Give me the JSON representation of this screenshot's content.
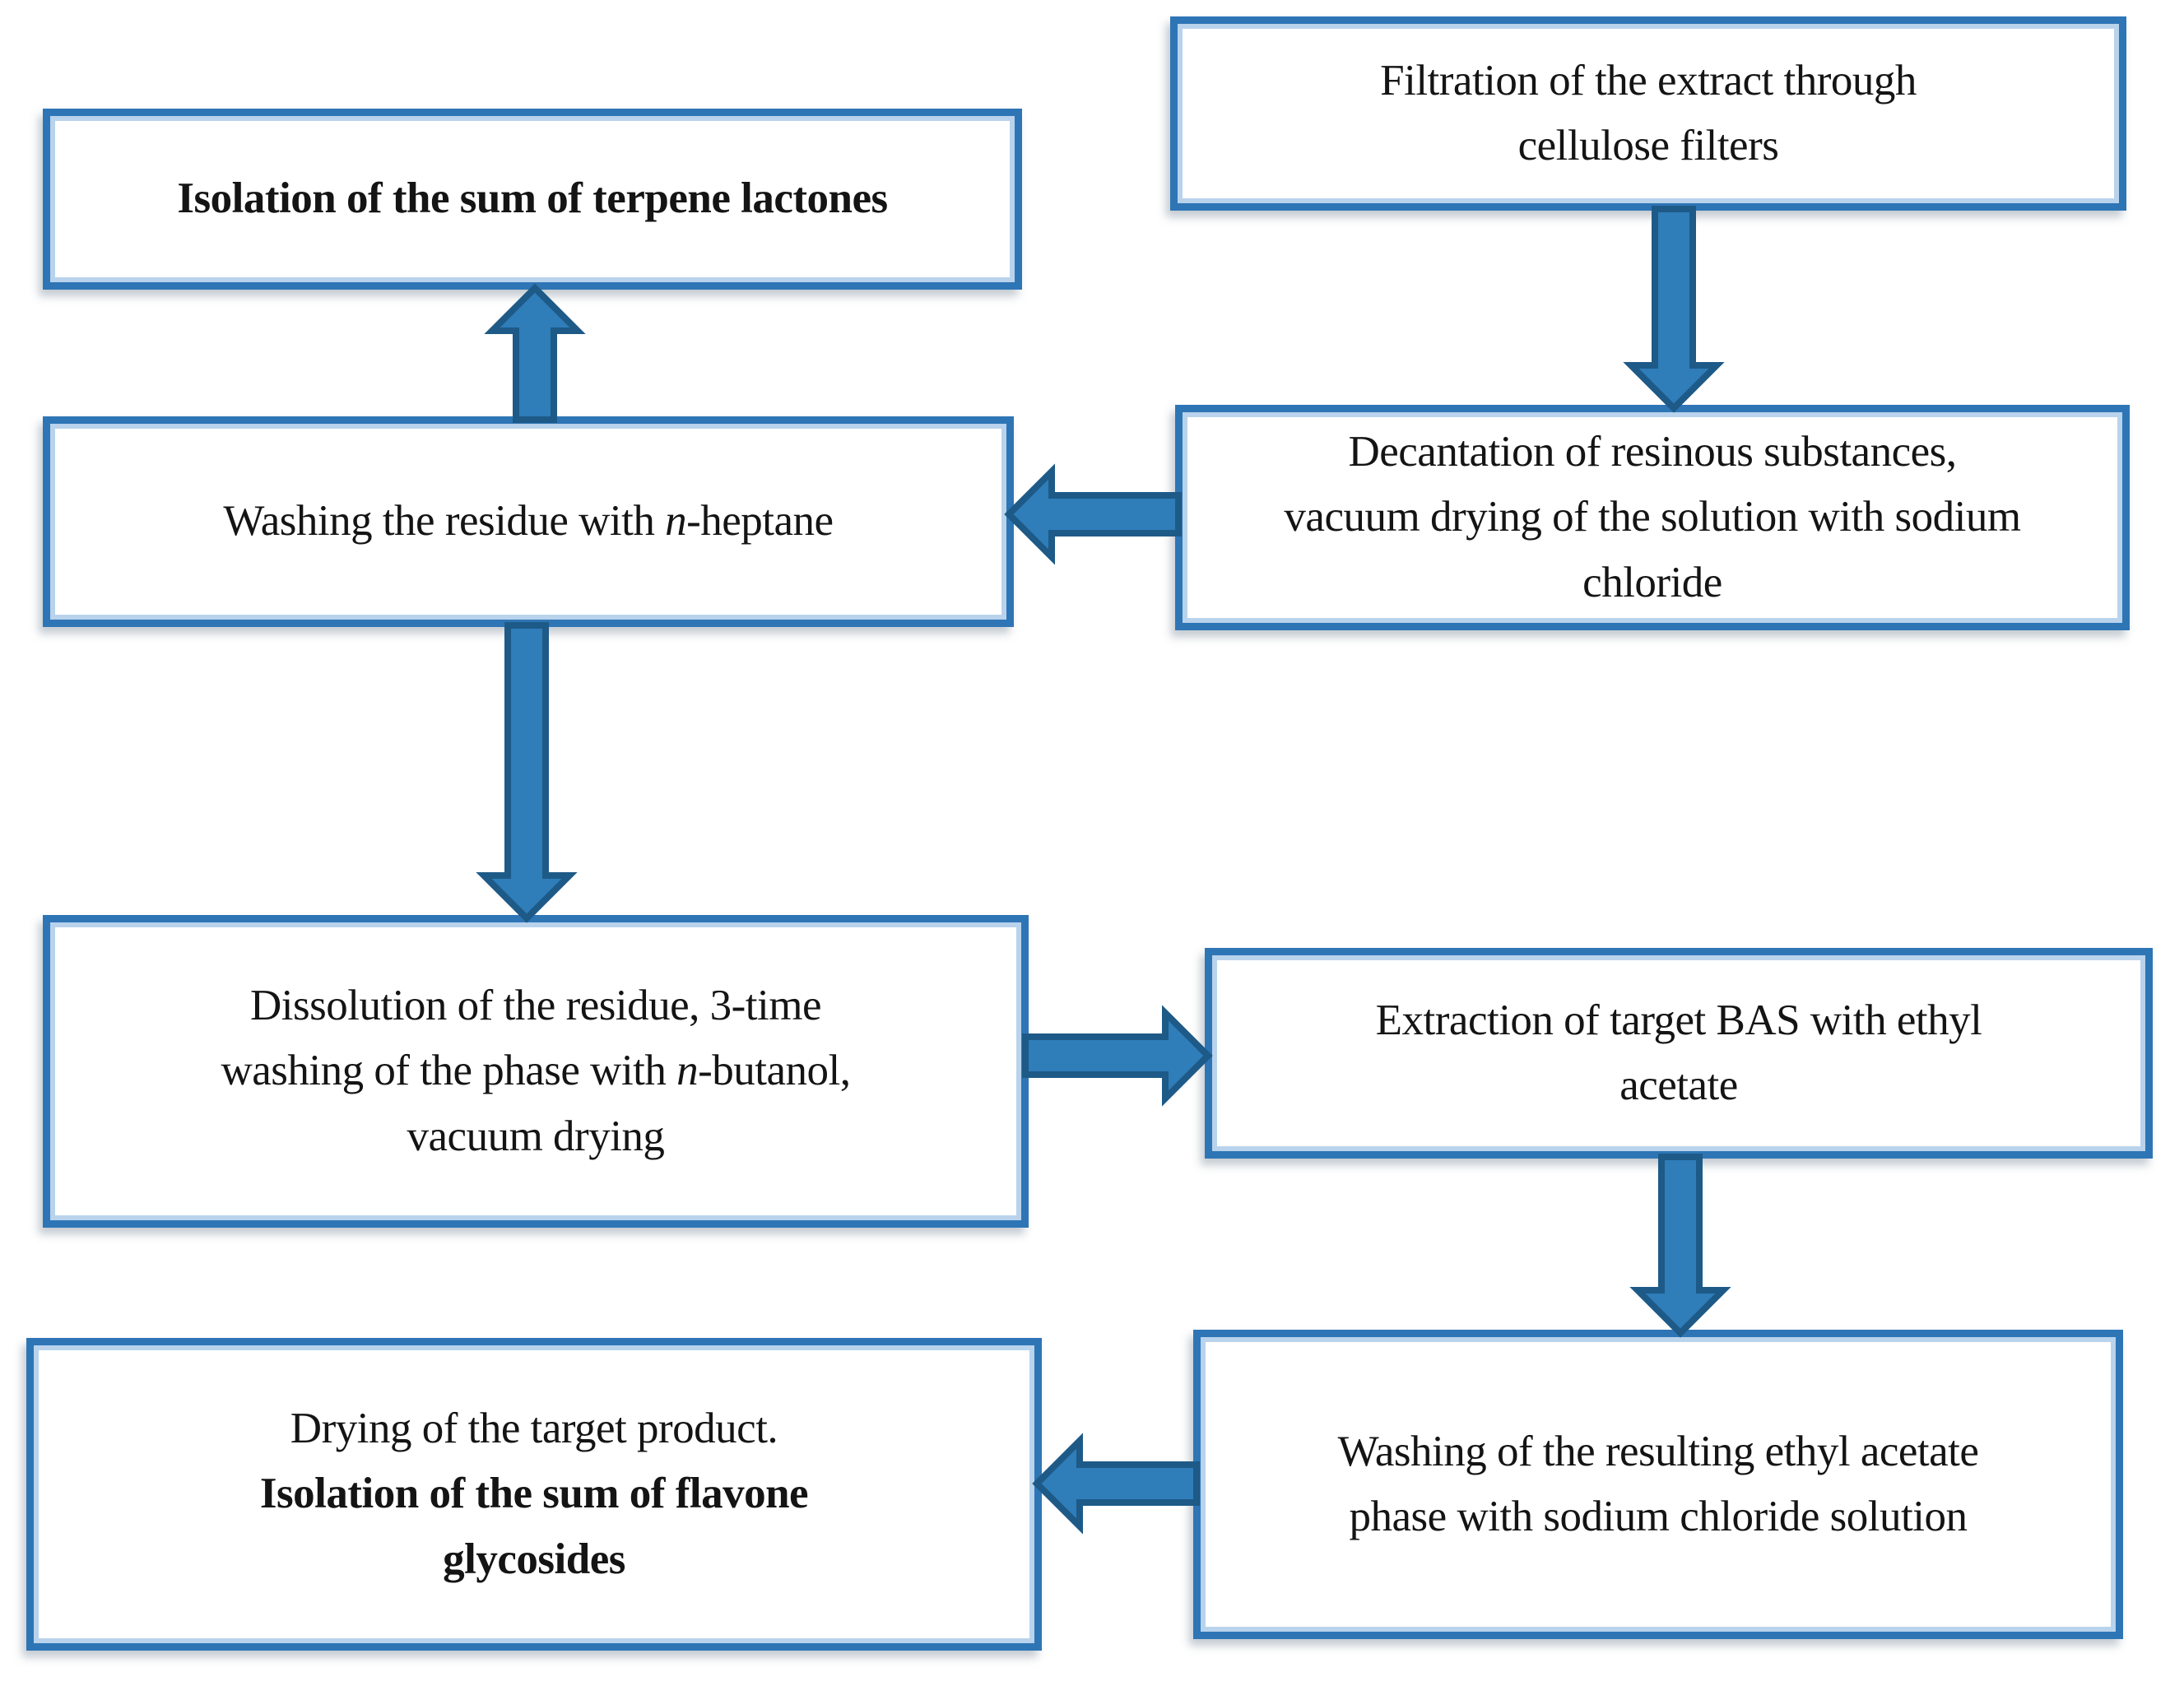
{
  "colors": {
    "box_border": "#2e75b6",
    "box_border_inner": "#b9d3ec",
    "box_bg": "#ffffff",
    "arrow_fill": "#2f7db9",
    "arrow_stroke": "#1e5a87",
    "text": "#141414",
    "page_bg": "#ffffff"
  },
  "diagram": {
    "boxes": [
      {
        "id": "isolation_terpene",
        "lines": [
          [
            {
              "t": "Isolation of the sum of terpene lactones",
              "b": true
            }
          ]
        ]
      },
      {
        "id": "filtration",
        "lines": [
          [
            {
              "t": "Filtration of the extract through"
            }
          ],
          [
            {
              "t": "cellulose filters"
            }
          ]
        ]
      },
      {
        "id": "washing_heptane",
        "lines": [
          [
            {
              "t": "Washing the residue with "
            },
            {
              "t": "n",
              "i": true
            },
            {
              "t": "-heptane"
            }
          ]
        ]
      },
      {
        "id": "decantation",
        "lines": [
          [
            {
              "t": "Decantation of resinous substances,"
            }
          ],
          [
            {
              "t": "vacuum drying of the solution with sodium"
            }
          ],
          [
            {
              "t": "chloride"
            }
          ]
        ]
      },
      {
        "id": "dissolution",
        "lines": [
          [
            {
              "t": "Dissolution of the residue, 3-time"
            }
          ],
          [
            {
              "t": "washing of the phase with "
            },
            {
              "t": "n",
              "i": true
            },
            {
              "t": "-butanol,"
            }
          ],
          [
            {
              "t": "vacuum drying"
            }
          ]
        ]
      },
      {
        "id": "extraction",
        "lines": [
          [
            {
              "t": "Extraction of target BAS with ethyl"
            }
          ],
          [
            {
              "t": "acetate"
            }
          ]
        ]
      },
      {
        "id": "washing_ethyl_acetate",
        "lines": [
          [
            {
              "t": "Washing of the resulting ethyl acetate"
            }
          ],
          [
            {
              "t": "phase with sodium chloride solution"
            }
          ]
        ]
      },
      {
        "id": "drying_flavone",
        "lines": [
          [
            {
              "t": "Drying of the target product."
            }
          ],
          [
            {
              "t": "Isolation of the sum of flavone",
              "b": true
            }
          ],
          [
            {
              "t": "glycosides",
              "b": true
            }
          ]
        ]
      }
    ],
    "arrows": [
      {
        "id": "a1",
        "from": "filtration",
        "to": "decantation",
        "direction": "down"
      },
      {
        "id": "a2",
        "from": "decantation",
        "to": "washing_heptane",
        "direction": "left"
      },
      {
        "id": "a3",
        "from": "washing_heptane",
        "to": "isolation_terpene",
        "direction": "up"
      },
      {
        "id": "a4",
        "from": "washing_heptane",
        "to": "dissolution",
        "direction": "down"
      },
      {
        "id": "a5",
        "from": "dissolution",
        "to": "extraction",
        "direction": "right"
      },
      {
        "id": "a6",
        "from": "extraction",
        "to": "washing_ethyl_acetate",
        "direction": "down"
      },
      {
        "id": "a7",
        "from": "washing_ethyl_acetate",
        "to": "drying_flavone",
        "direction": "left"
      }
    ]
  }
}
